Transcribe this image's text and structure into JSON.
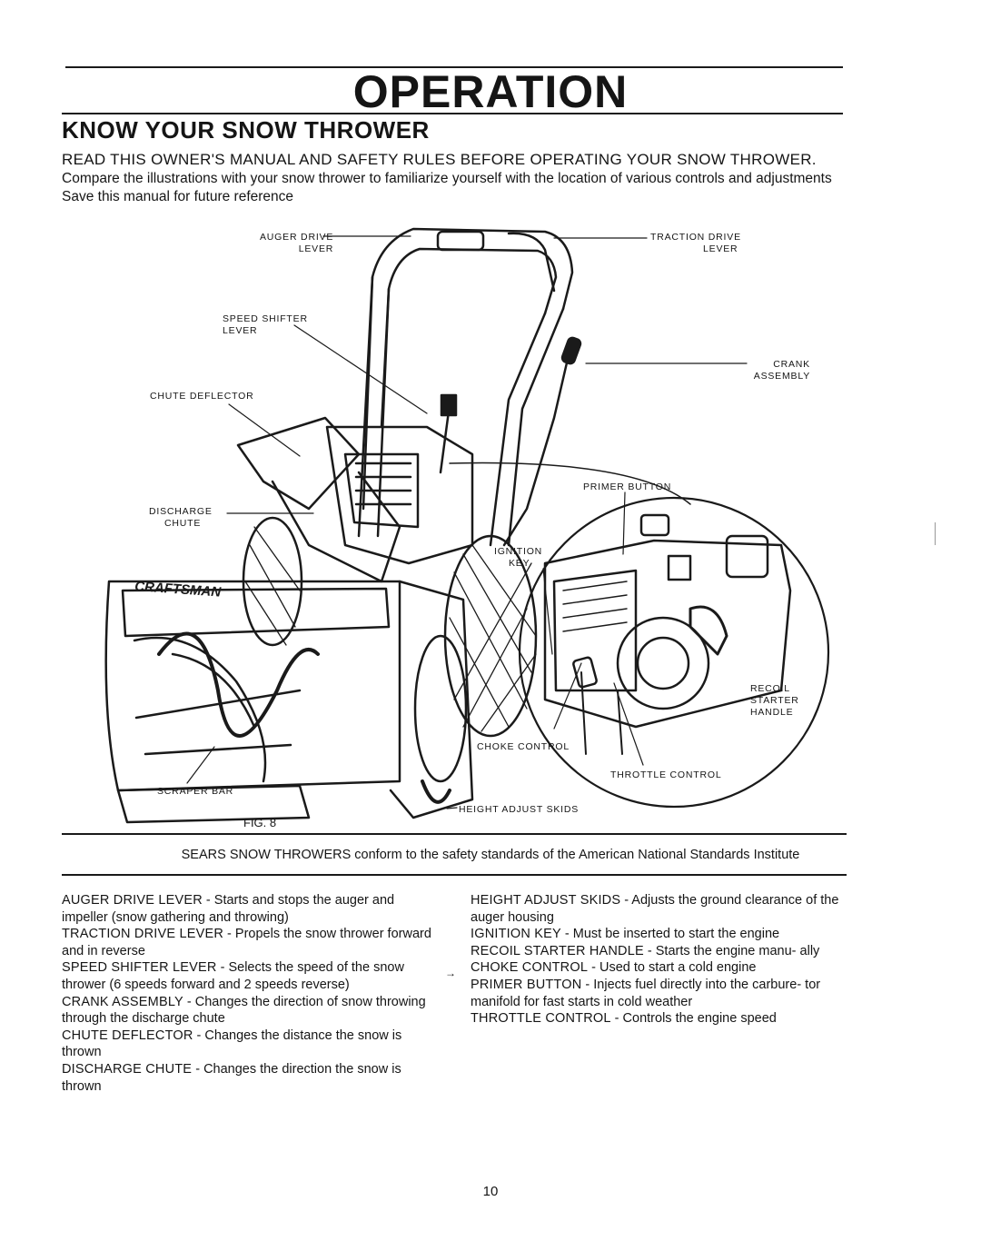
{
  "header": {
    "section_title": "OPERATION",
    "subtitle": "KNOW YOUR SNOW THROWER"
  },
  "intro": {
    "lead": "READ THIS OWNER'S MANUAL AND SAFETY RULES BEFORE OPERATING YOUR SNOW THROWER.",
    "text": "Compare the illustrations with your snow thrower to familiarize yourself with the location of various controls and adjustments Save this manual for future reference"
  },
  "figure": {
    "caption": "FIG. 8",
    "labels": {
      "auger_drive": [
        "AUGER DRIVE",
        "LEVER"
      ],
      "traction_drive": [
        "TRACTION DRIVE",
        "LEVER"
      ],
      "speed_shifter": [
        "SPEED SHIFTER",
        "LEVER"
      ],
      "crank": [
        "CRANK",
        "ASSEMBLY"
      ],
      "chute_deflector": [
        "CHUTE DEFLECTOR"
      ],
      "primer_button": [
        "PRIMER BUTTON"
      ],
      "discharge_chute": [
        "DISCHARGE",
        "CHUTE"
      ],
      "ignition_key": [
        "IGNITION",
        "KEY"
      ],
      "recoil_starter": [
        "RECOIL",
        "STARTER",
        "HANDLE"
      ],
      "choke_control": [
        "CHOKE CONTROL"
      ],
      "throttle_control": [
        "THROTTLE CONTROL"
      ],
      "scraper_bar": [
        "SCRAPER BAR"
      ],
      "height_adjust": [
        "HEIGHT ADJUST SKIDS"
      ],
      "brand": "CRAFTSMAN"
    }
  },
  "standards_note": "SEARS SNOW THROWERS conform to the safety standards of the American National Standards Institute",
  "descriptions_left": [
    {
      "term": "AUGER DRIVE LEVER",
      "text": " - Starts and stops the auger and impeller (snow gathering and throwing)"
    },
    {
      "term": "TRACTION DRIVE LEVER",
      "text": " - Propels the snow thrower forward and in reverse"
    },
    {
      "term": "SPEED SHIFTER LEVER",
      "text": " - Selects the speed of the snow thrower (6 speeds forward and 2 speeds reverse)"
    },
    {
      "term": "CRANK ASSEMBLY",
      "text": " - Changes the direction of snow throwing through the discharge chute"
    },
    {
      "term": "CHUTE DEFLECTOR",
      "text": " - Changes the distance the snow is thrown"
    },
    {
      "term": "DISCHARGE CHUTE",
      "text": " - Changes the direction the snow is thrown"
    }
  ],
  "descriptions_right": [
    {
      "term": "HEIGHT ADJUST SKIDS",
      "text": " - Adjusts the ground clearance of the auger housing"
    },
    {
      "term": "IGNITION KEY",
      "text": " - Must be inserted to start the engine"
    },
    {
      "term": "RECOIL STARTER HANDLE",
      "text": " - Starts the engine manu- ally"
    },
    {
      "term": "CHOKE CONTROL",
      "text": " - Used to start a cold engine"
    },
    {
      "term": "PRIMER BUTTON",
      "text": " - Injects fuel directly into the carbure- tor manifold for fast starts in cold weather"
    },
    {
      "term": "THROTTLE CONTROL",
      "text": " - Controls the engine speed"
    }
  ],
  "page_number": "10"
}
